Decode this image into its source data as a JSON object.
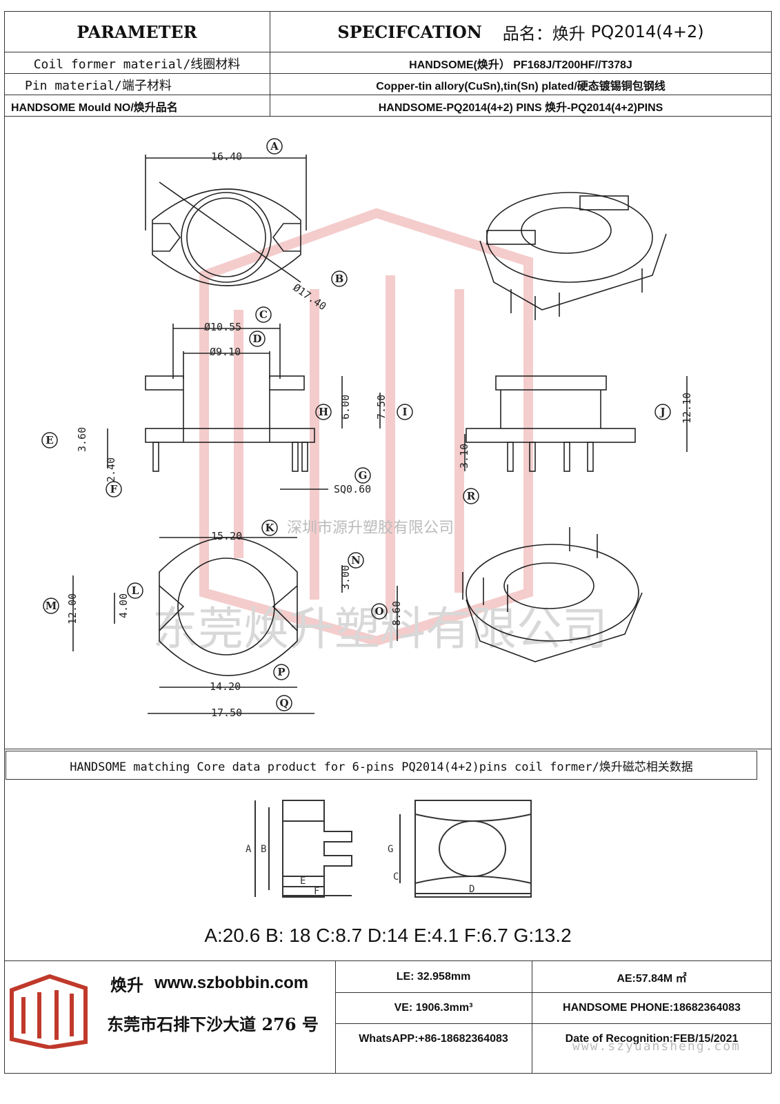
{
  "header": {
    "param_title": "PARAMETER",
    "spec_title": "SPECIFCATION",
    "product_label": "品名：焕升",
    "product_name": "PQ2014(4+2)"
  },
  "rows": [
    {
      "param": "Coil former material/线圈材料",
      "spec": "HANDSOME(焕升）   PF168J/T200HF//T378J"
    },
    {
      "param": "Pin material/端子材料",
      "spec": "Copper-tin allory(CuSn),tin(Sn) plated/硬态镀锡铜包钢线"
    },
    {
      "param": "HANDSOME Mould NO/焕升品名",
      "spec": "HANDSOME-PQ2014(4+2) PINS    焕升-PQ2014(4+2)PINS"
    }
  ],
  "drawing": {
    "dims": {
      "A": "16.40",
      "B": "Ø17.40",
      "C": "Ø10.55",
      "D": "Ø9.10",
      "E": "3.60",
      "F": "2.40",
      "G": "SQ0.60",
      "H": "6.00",
      "I": "7.50",
      "J": "12.10",
      "R": "3.10",
      "K": "15.20",
      "L": "4.00",
      "M": "12.00",
      "N": "3.00",
      "O": "8.60",
      "P": "14.20",
      "Q": "17.50"
    },
    "watermark_top": "深圳市源升塑胶有限公司",
    "watermark_big": "东莞焕升塑料有限公司"
  },
  "core_section": {
    "title": "HANDSOME matching Core data  product for 6-pins PQ2014(4+2)pins coil former/焕升磁芯相关数据",
    "letters": [
      "A",
      "B",
      "C",
      "D",
      "E",
      "F",
      "G"
    ],
    "values": "A:20.6 B: 18 C:8.7 D:14 E:4.1 F:6.7 G:13.2"
  },
  "footer": {
    "brand": "焕升",
    "website": "www.szbobbin.com",
    "address": "东莞市石排下沙大道 276 号",
    "le": "LE: 32.958mm",
    "ae": "AE:57.84M ㎡",
    "ve": "VE: 1906.3mm³",
    "phone": "HANDSOME PHONE:18682364083",
    "whatsapp": "WhatsAPP:+86-18682364083",
    "date": "Date of Recognition:FEB/15/2021",
    "watermark_url": "www.szyuansheng.com"
  },
  "colors": {
    "border": "#333333",
    "drawing": "#222222",
    "watermark": "#e8b0b0",
    "logo": "#c0392b"
  }
}
